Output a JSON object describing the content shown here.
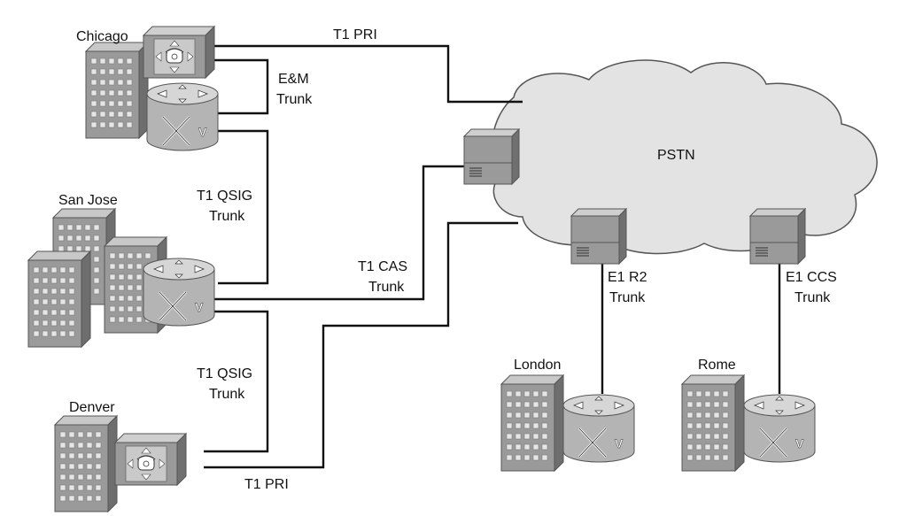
{
  "cloud": {
    "label": "PSTN"
  },
  "sites": {
    "chicago": {
      "label": "Chicago"
    },
    "san_jose": {
      "label": "San Jose"
    },
    "denver": {
      "label": "Denver"
    },
    "london": {
      "label": "London"
    },
    "rome": {
      "label": "Rome"
    }
  },
  "links": {
    "chicago_pstn": {
      "label": "T1 PRI"
    },
    "chicago_em": {
      "line1": "E&M",
      "line2": "Trunk"
    },
    "chicago_sanjose": {
      "line1": "T1 QSIG",
      "line2": "Trunk"
    },
    "sanjose_pstn": {
      "line1": "T1 CAS",
      "line2": "Trunk"
    },
    "sanjose_denver": {
      "line1": "T1 QSIG",
      "line2": "Trunk"
    },
    "denver_pstn": {
      "label": "T1 PRI"
    },
    "london_pstn": {
      "line1": "E1 R2",
      "line2": "Trunk"
    },
    "rome_pstn": {
      "line1": "E1 CCS",
      "line2": "Trunk"
    }
  },
  "icons": {
    "pbx": "pbx-icon",
    "router": "voice-router-icon",
    "switch": "pstn-switch-icon",
    "building": "building-icon"
  },
  "colors": {
    "line": "#111111",
    "device": "#9a9a9a",
    "cloud": "#e3e3e3"
  }
}
